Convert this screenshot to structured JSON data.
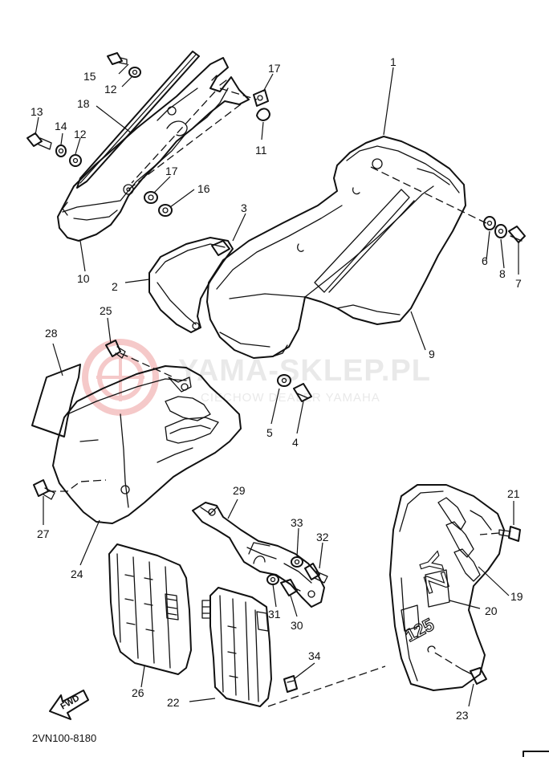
{
  "watermark": {
    "brand": "YAMA-SKLEP.PL",
    "tagline": "CIECHOW      DEALER YAMAHA",
    "logo_color": "#f2b8b8"
  },
  "diagram": {
    "code": "2VN100-8180",
    "fwd_label": "FWD",
    "emblem_text": "YZ",
    "emblem_number": "125",
    "callouts": {
      "p1": "1",
      "p2": "2",
      "p3": "3",
      "p4": "4",
      "p5": "5",
      "p6": "6",
      "p7": "7",
      "p8": "8",
      "p9": "9",
      "p10": "10",
      "p11": "11",
      "p12a": "12",
      "p12b": "12",
      "p13": "13",
      "p14": "14",
      "p15": "15",
      "p16": "16",
      "p17a": "17",
      "p17b": "17",
      "p18": "18",
      "p19": "19",
      "p20": "20",
      "p21": "21",
      "p22": "22",
      "p23": "23",
      "p24": "24",
      "p25": "25",
      "p26": "26",
      "p27": "27",
      "p28": "28",
      "p29": "29",
      "p30": "30",
      "p31": "31",
      "p32": "32",
      "p33": "33",
      "p34": "34"
    }
  }
}
